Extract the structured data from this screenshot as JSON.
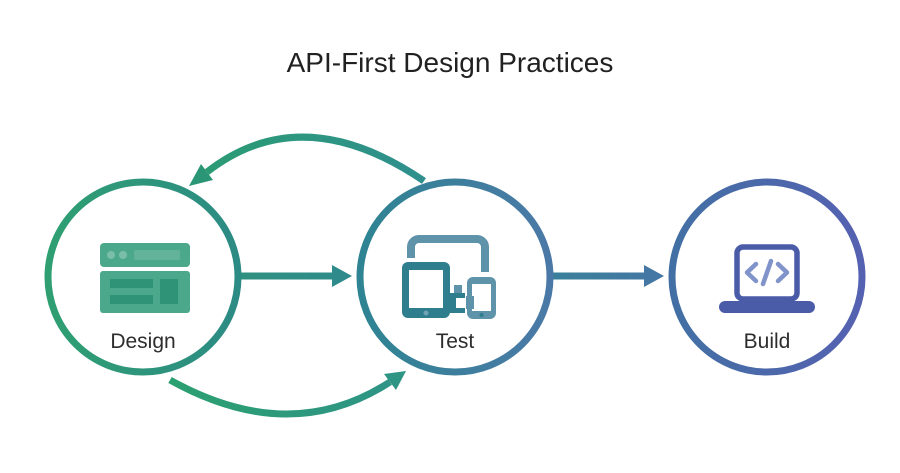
{
  "title": "API-First Design Practices",
  "diagram": {
    "nodes": [
      {
        "id": "design",
        "label": "Design",
        "icon": "browser-window-icon",
        "ring_start": "#2f9f72",
        "ring_end": "#2c8b84"
      },
      {
        "id": "test",
        "label": "Test",
        "icon": "responsive-devices-icon",
        "ring_start": "#2e8492",
        "ring_end": "#4b79a7"
      },
      {
        "id": "build",
        "label": "Build",
        "icon": "laptop-code-icon",
        "ring_start": "#4270a4",
        "ring_end": "#5561b1"
      }
    ],
    "edges": [
      {
        "from": "design",
        "to": "test",
        "type": "straight-arrow"
      },
      {
        "from": "test",
        "to": "build",
        "type": "straight-arrow"
      },
      {
        "from": "test",
        "to": "design",
        "type": "curved-arrow-top"
      },
      {
        "from": "design",
        "to": "test",
        "type": "curved-arrow-bottom"
      }
    ],
    "palette": {
      "green": "#2b9c72",
      "teal": "#2e8c8c",
      "steel_blue": "#4b79a7",
      "indigo": "#5561b1",
      "icon_green": "#4ca88b",
      "icon_green_dark": "#2e9377",
      "icon_teal_dark": "#2f7e8e",
      "icon_steel_light": "#5e93aa",
      "icon_indigo": "#4a5ca8",
      "icon_periwinkle": "#8193cb",
      "title_color": "#212121",
      "label_color": "#2d2d2d",
      "background": "#ffffff"
    }
  }
}
